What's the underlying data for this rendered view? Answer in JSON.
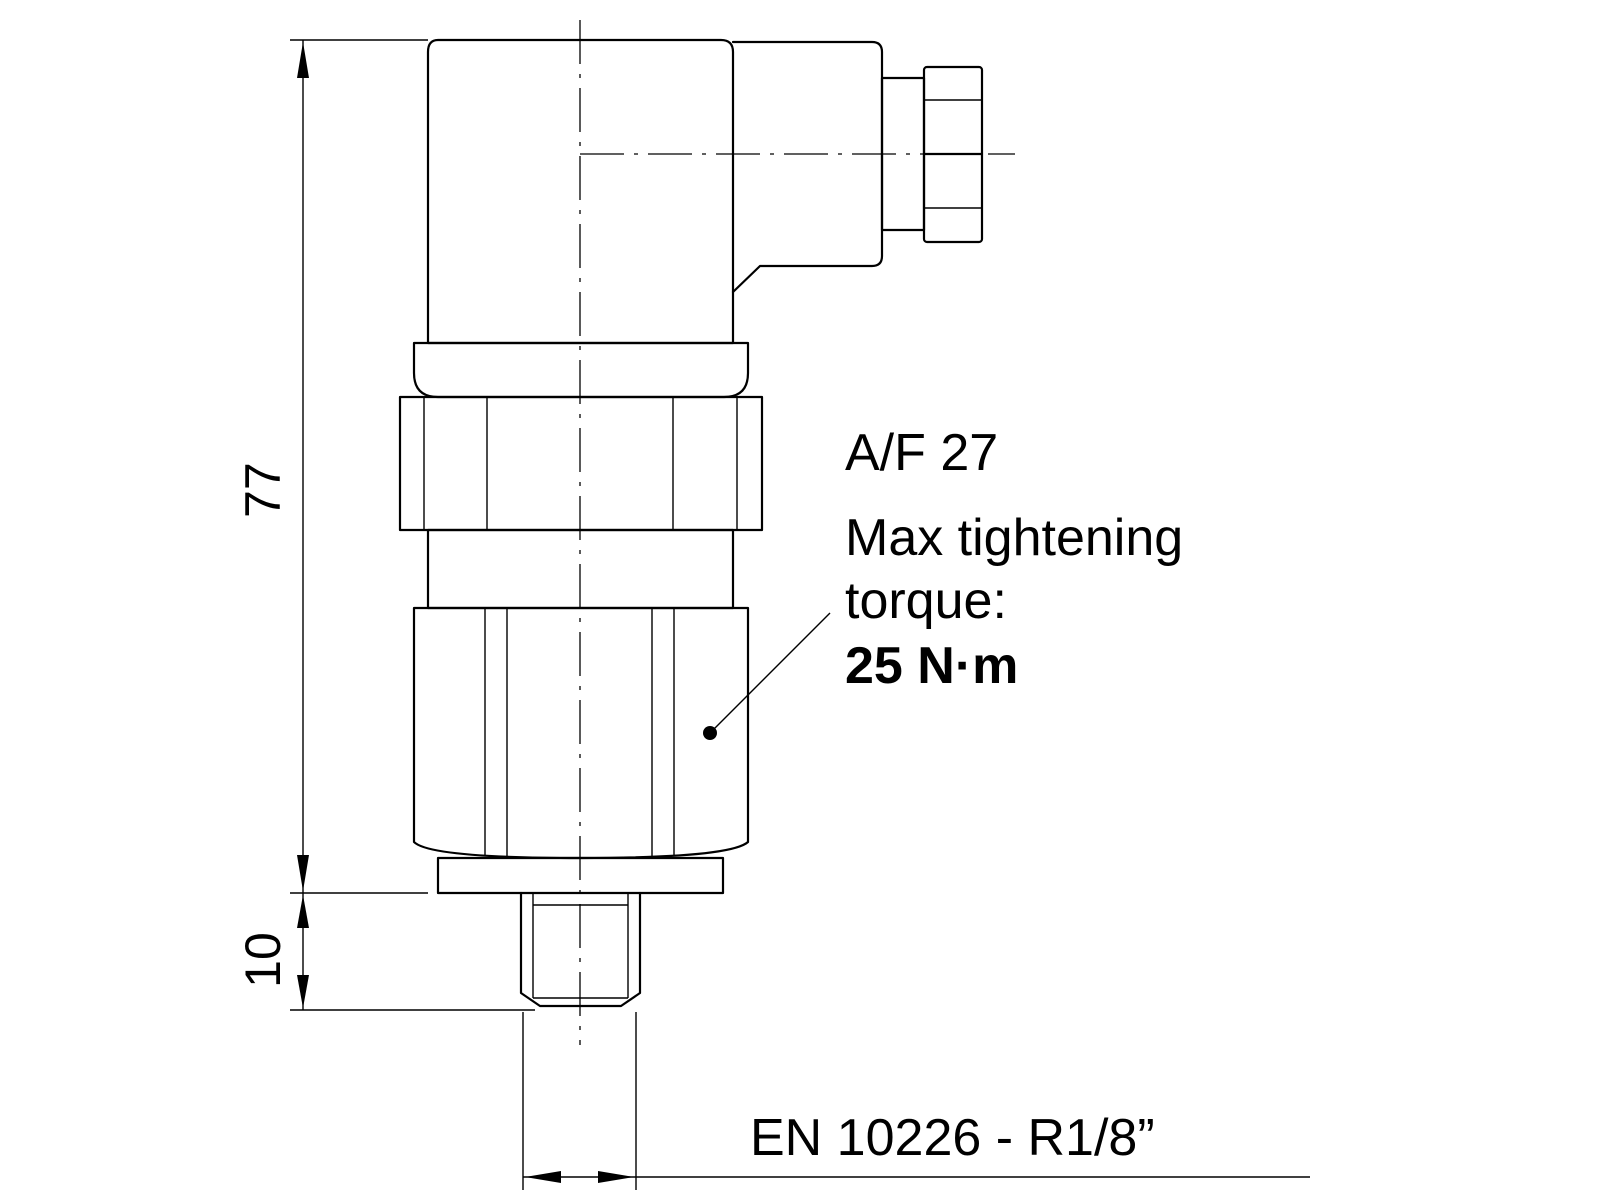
{
  "dimensions": {
    "overall_height": "77",
    "thread_length": "10"
  },
  "annotation": {
    "across_flats": "A/F 27",
    "torque_line1": "Max tightening",
    "torque_line2": "torque:",
    "torque_value": "25 N·m"
  },
  "thread_spec": "EN 10226 - R1/8”"
}
